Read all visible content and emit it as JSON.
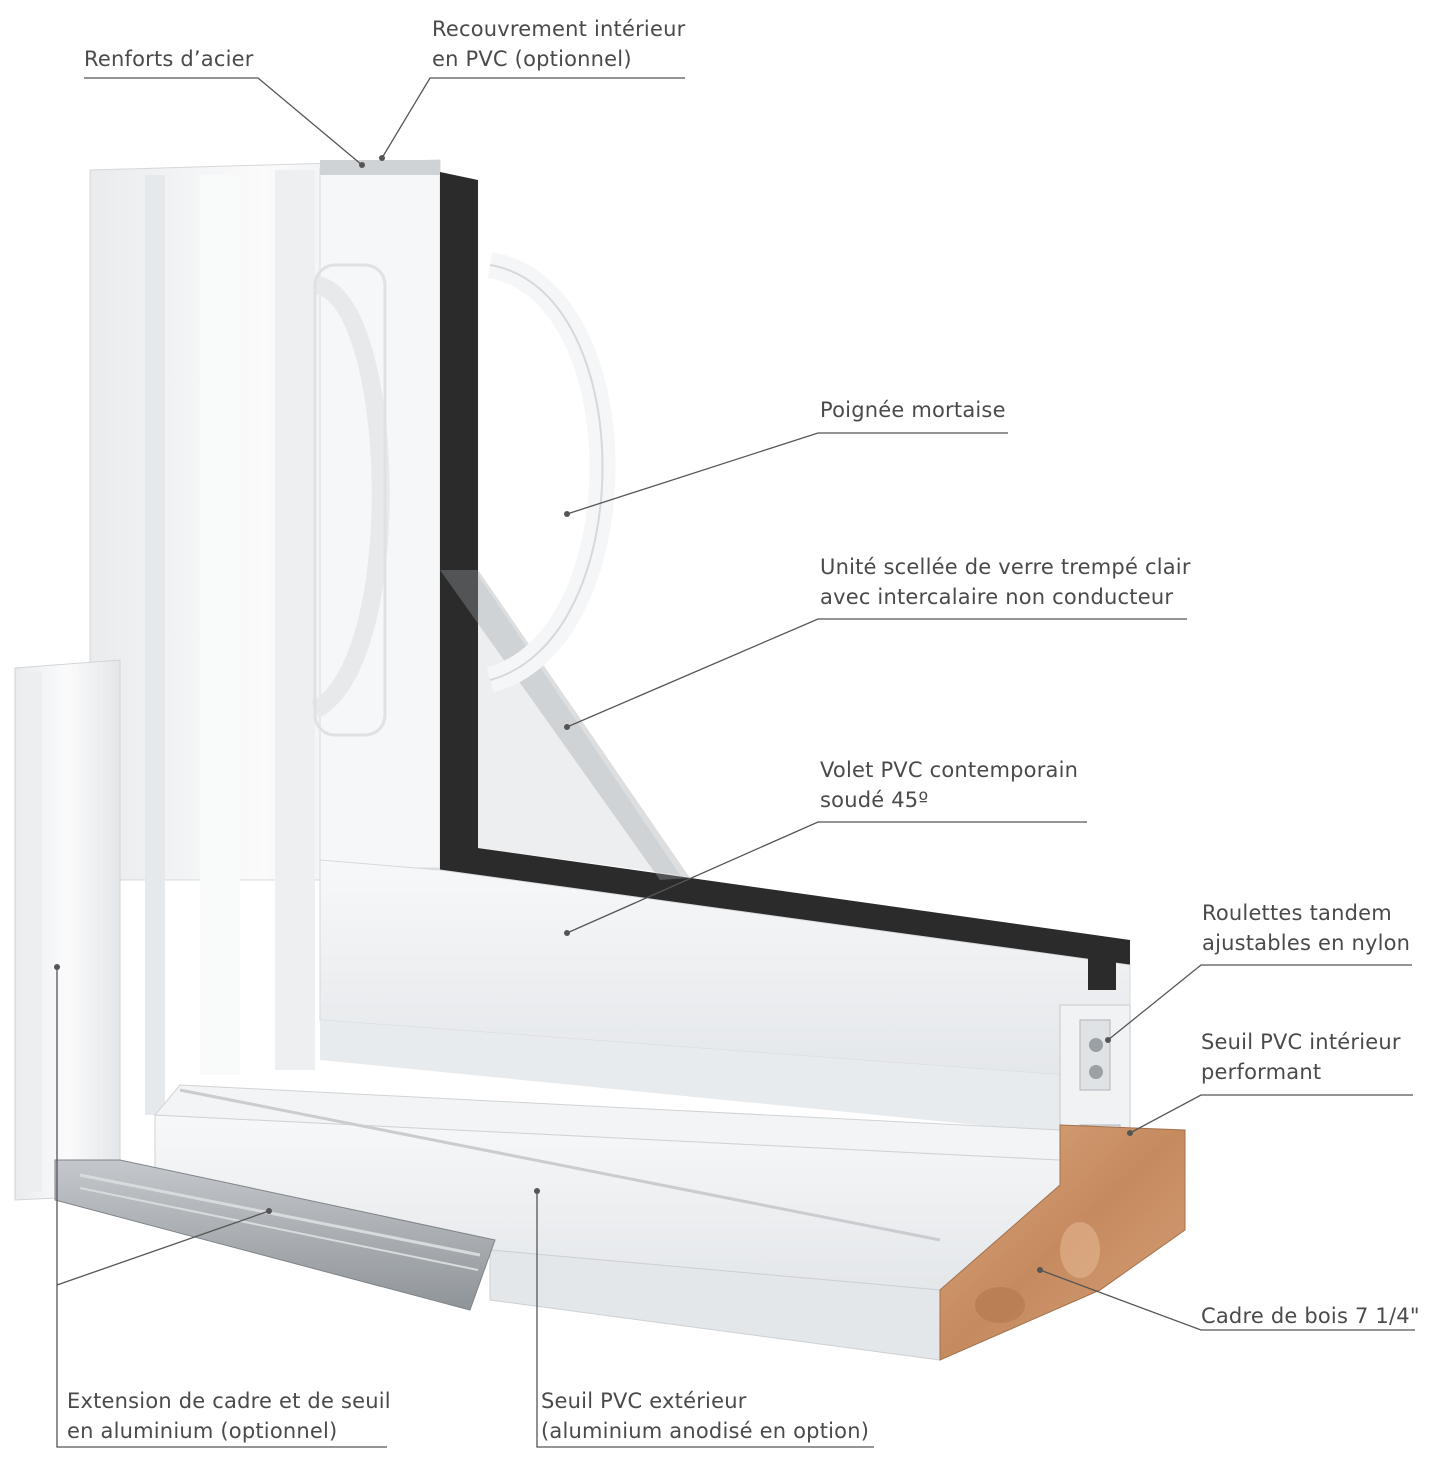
{
  "callouts": {
    "steel_reinforcement": {
      "line1": "Renforts d’acier"
    },
    "interior_cover": {
      "line1": "Recouvrement intérieur",
      "line2": "en PVC (optionnel)"
    },
    "mortise_handle": {
      "line1": "Poignée mortaise"
    },
    "sealed_unit": {
      "line1": "Unité scellée de verre trempé clair",
      "line2": "avec intercalaire non conducteur"
    },
    "sash": {
      "line1": "Volet PVC contemporain",
      "line2": "soudé 45º"
    },
    "rollers": {
      "line1": "Roulettes tandem",
      "line2": "ajustables en nylon"
    },
    "interior_sill": {
      "line1": "Seuil PVC intérieur",
      "line2": "performant"
    },
    "wood_frame": {
      "line1": "Cadre de bois 7 1/4\""
    },
    "aluminium_extension": {
      "line1": "Extension de cadre et de seuil",
      "line2": "en aluminium (optionnel)"
    },
    "exterior_sill": {
      "line1": "Seuil PVC extérieur",
      "line2": "(aluminium anodisé en option)"
    }
  },
  "colors": {
    "pvc": "#f4f5f6",
    "glass_frame": "#2b2b2b",
    "wood": "#c98f66",
    "aluminium": "#a9adb1",
    "leader": "#555555"
  }
}
